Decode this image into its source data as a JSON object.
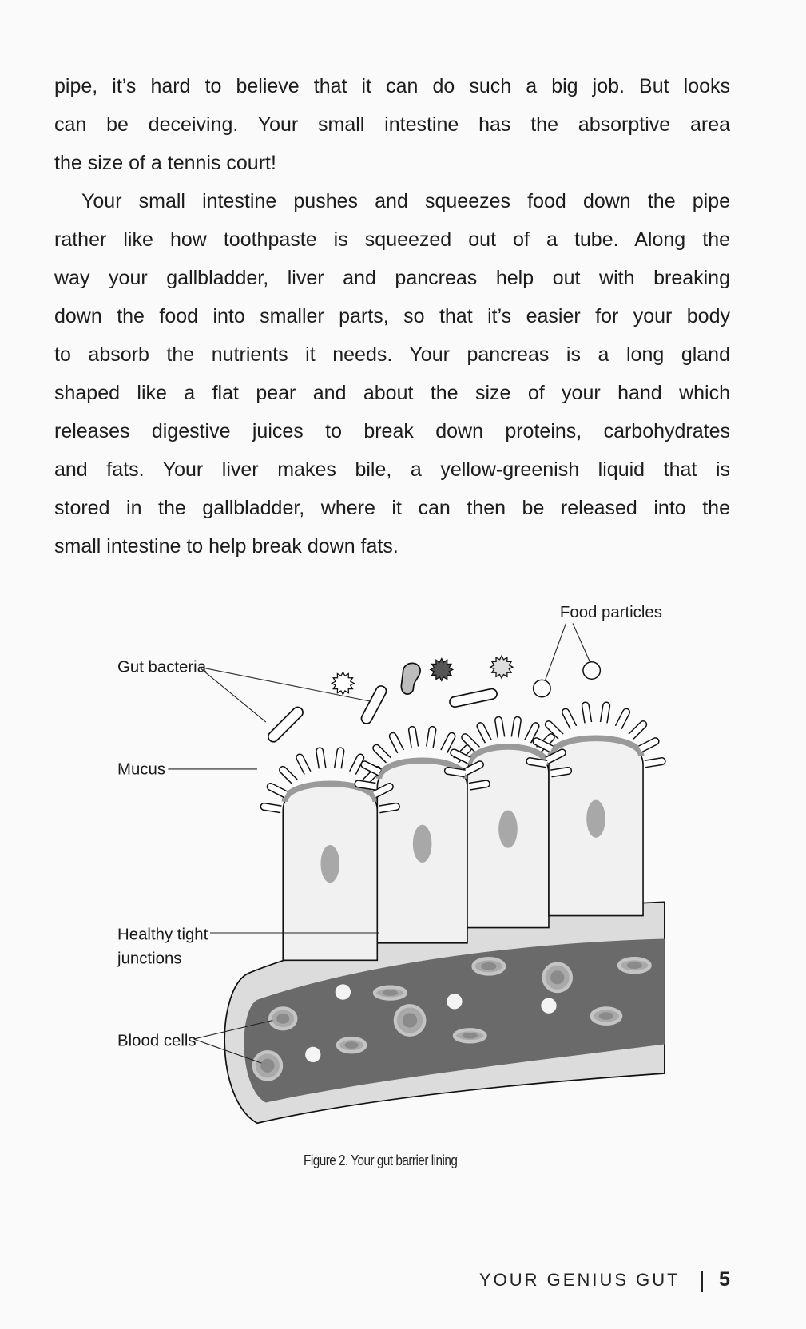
{
  "body": {
    "paragraphs": [
      {
        "lines": [
          "pipe, it’s hard to believe that it can do such a big job. But looks",
          "can be deceiving. Your small intestine has the absorptive area",
          "the size of a tennis court!"
        ]
      },
      {
        "lines": [
          "Your small intestine pushes and squeezes food down the pipe",
          "rather like how toothpaste is squeezed out of a tube. Along the",
          "way your gallbladder, liver and pancreas help out with breaking",
          "down the food into smaller parts, so that it’s easier for your body",
          "to absorb the nutrients it needs. Your pancreas is a long gland",
          "shaped like a flat pear and about the size of your hand which",
          "releases digestive juices to break down proteins, carbohydrates",
          "and fats. Your liver makes bile, a yellow-greenish liquid that is",
          "stored in the gallbladder, where it can then be released into the",
          "small intestine to help break down fats."
        ]
      }
    ]
  },
  "figure": {
    "labels": {
      "food_particles": "Food particles",
      "gut_bacteria": "Gut bacteria",
      "mucus": "Mucus",
      "healthy_tight_1": "Healthy tight",
      "healthy_tight_2": "junctions",
      "blood_cells": "Blood cells"
    },
    "caption": "Figure 2.   Your gut barrier lining"
  },
  "footer": {
    "running_head": "YOUR GENIUS GUT",
    "page_number": "5"
  }
}
